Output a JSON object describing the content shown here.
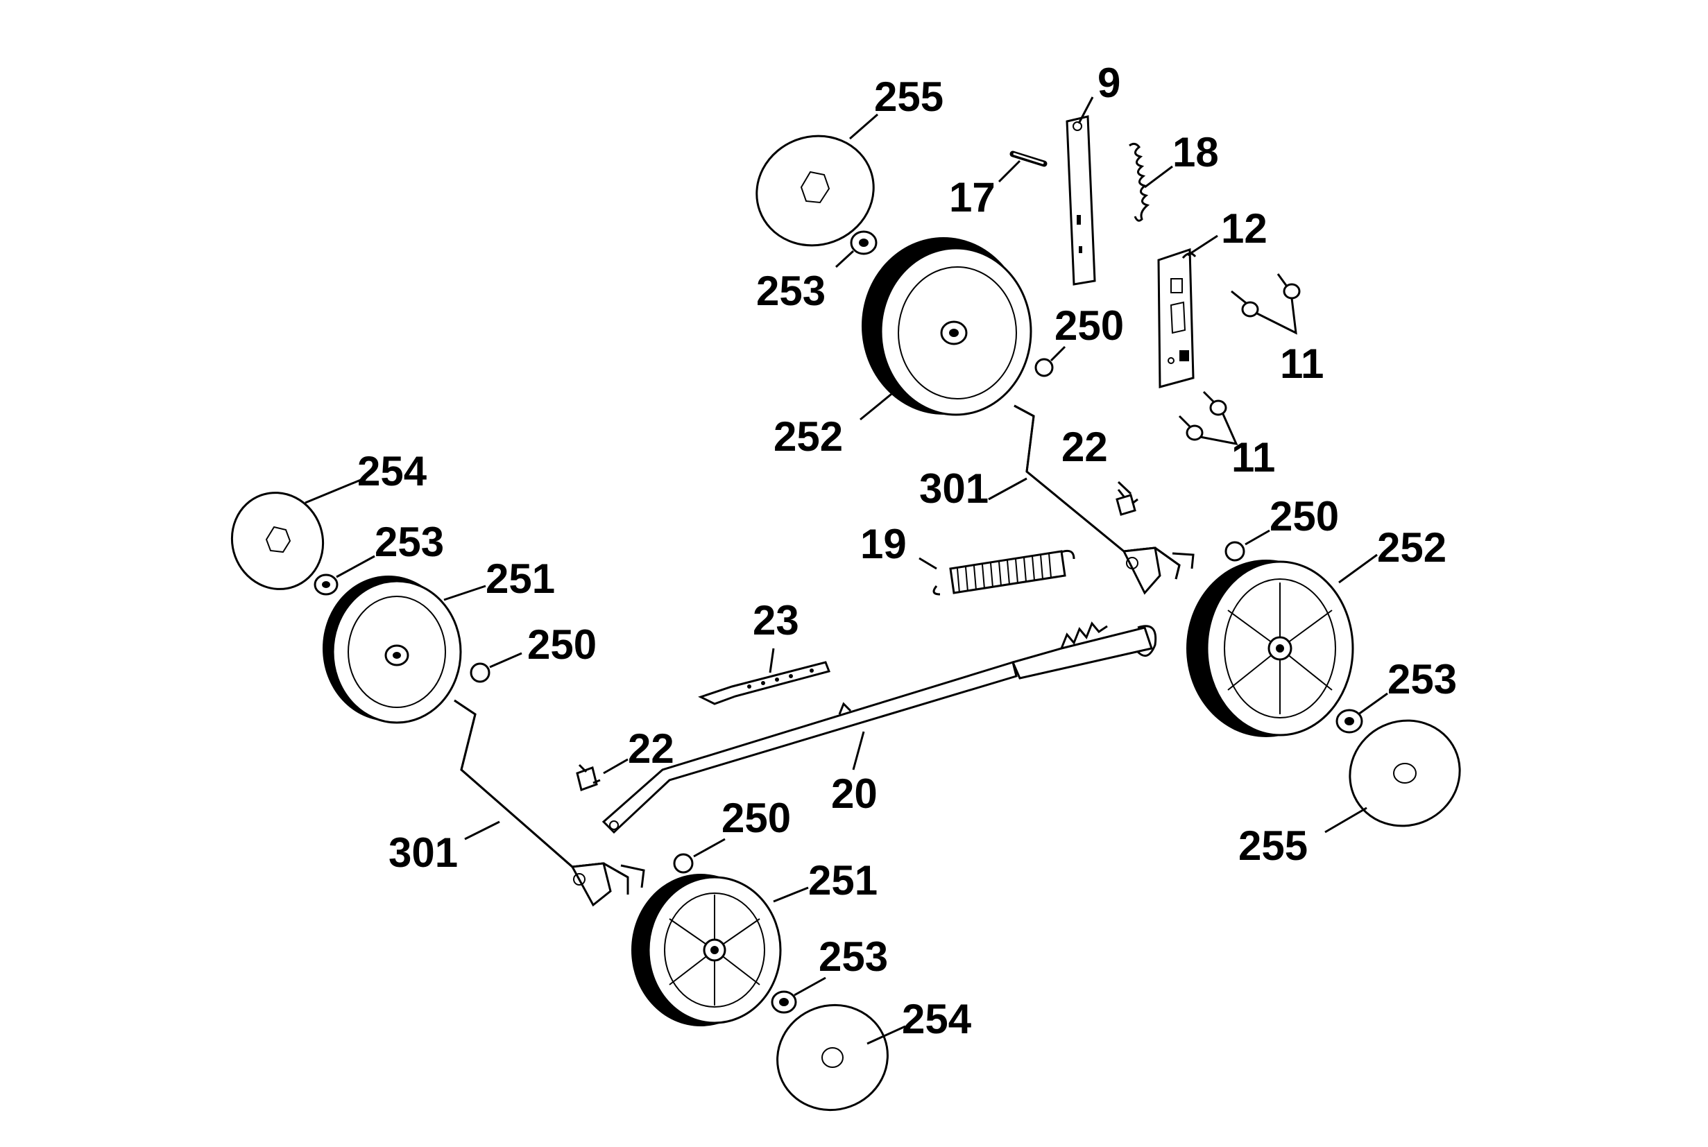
{
  "labels": {
    "p9": "9",
    "p11a": "11",
    "p11b": "11",
    "p12": "12",
    "p17": "17",
    "p18": "18",
    "p19": "19",
    "p20": "20",
    "p22a": "22",
    "p22b": "22",
    "p23": "23",
    "p250a": "250",
    "p250b": "250",
    "p250c": "250",
    "p250d": "250",
    "p251a": "251",
    "p251b": "251",
    "p252a": "252",
    "p252b": "252",
    "p253a": "253",
    "p253b": "253",
    "p253c": "253",
    "p253d": "253",
    "p254a": "254",
    "p254b": "254",
    "p255a": "255",
    "p255b": "255",
    "p301a": "301",
    "p301b": "301"
  },
  "colors": {
    "ink": "#000000",
    "paper": "#ffffff"
  }
}
